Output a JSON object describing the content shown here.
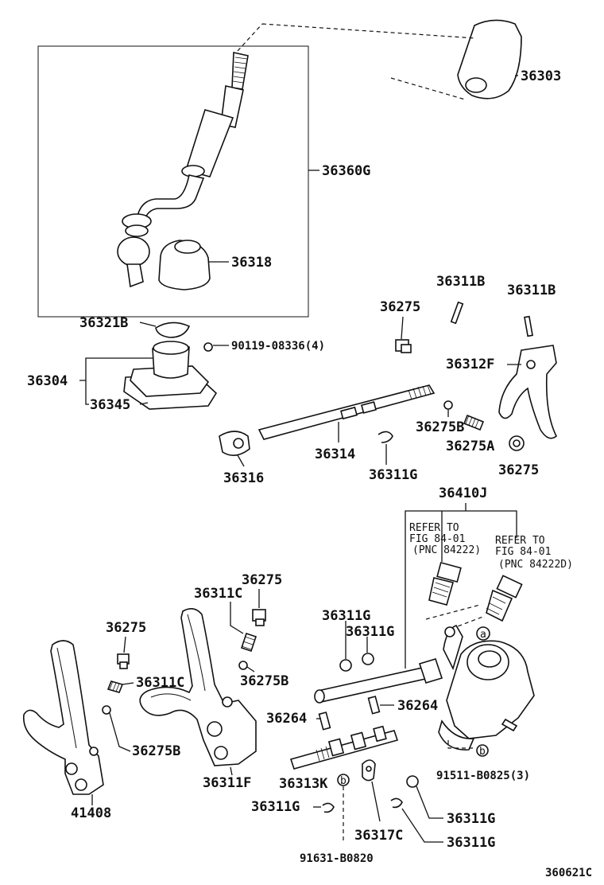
{
  "diagram": {
    "image_code": "360621C",
    "parts": {
      "shift_knob": "36303",
      "shift_lever": "36360G",
      "lever_boot": "36318",
      "snap_ring_top": "36321B",
      "bolt_set": "90119-08336(4)",
      "retainer": "36304",
      "gasket": "36345",
      "pin_top_a": "36311B",
      "pin_top_b": "36311B",
      "plug_top": "36275",
      "fork_top": "36312F",
      "shaft_long": "36314",
      "ball_top": "36275B",
      "spring_top": "36275A",
      "plug_top_right": "36275",
      "shaft_head": "36316",
      "ring_top": "36311G",
      "switch_group": "36410J",
      "plug_mid": "36275",
      "spring_mid": "36311C",
      "ball_mid": "36275B",
      "plug_left": "36275",
      "spring_left": "36311C",
      "ball_left": "36275B",
      "fork_left": "41408",
      "fork_mid": "36311F",
      "ring_a": "36311G",
      "ring_b": "36311G",
      "pin_a": "36264",
      "pin_b": "36264",
      "shaft_low": "36313K",
      "ring_low_left": "36311G",
      "bolt_low": "91631-B0820",
      "interlock": "36317C",
      "ring_low_r1": "36311G",
      "ring_low_r2": "36311G",
      "bolt_right": "91511-B0825(3)"
    },
    "refer_left": {
      "line1": "REFER TO",
      "line2": "FIG 84-01",
      "line3": "(PNC 84222)"
    },
    "refer_right": {
      "line1": "REFER TO",
      "line2": "FIG 84-01",
      "line3": "(PNC 84222D)"
    },
    "markers": {
      "a": "a",
      "b": "b"
    }
  }
}
